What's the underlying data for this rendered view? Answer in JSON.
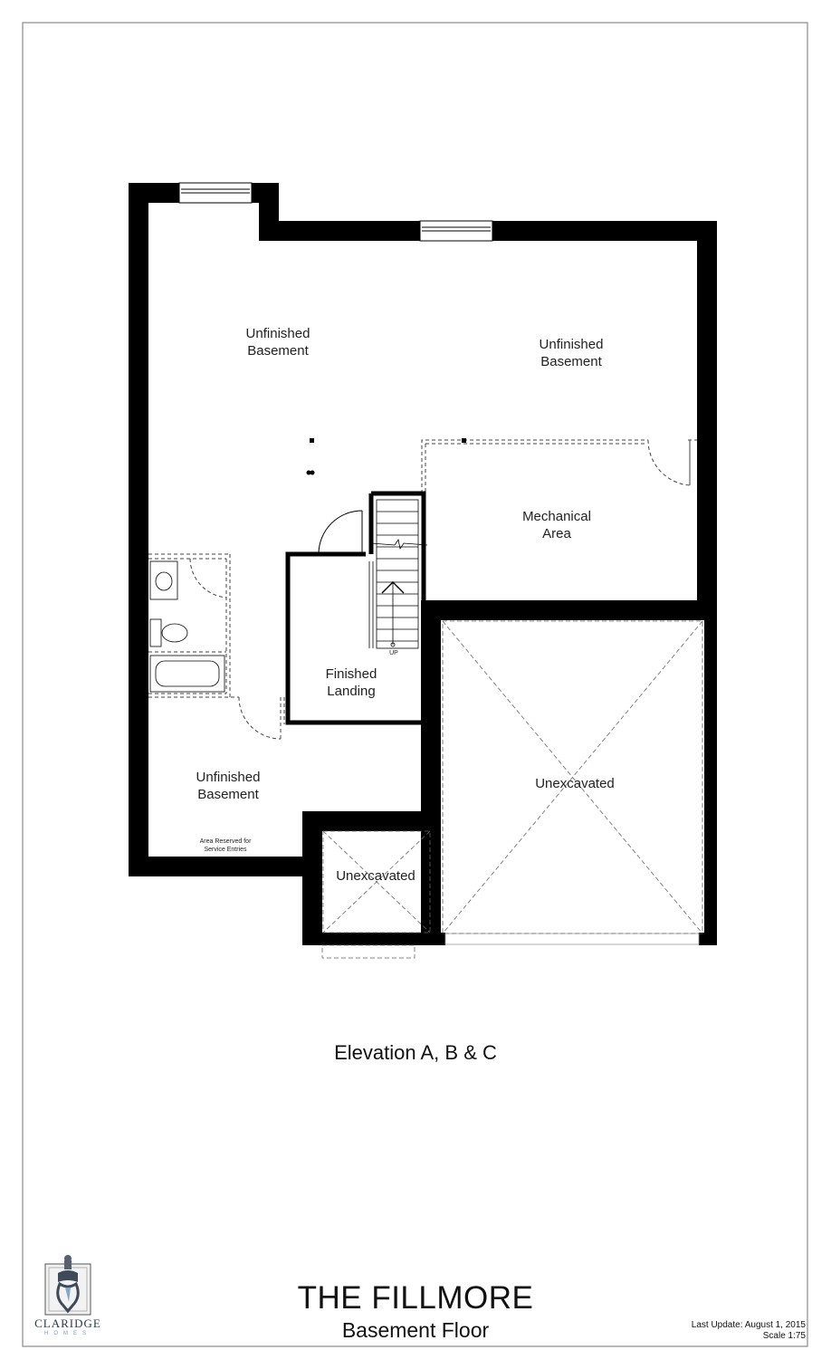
{
  "rooms": {
    "basement_nw": {
      "line1": "Unfinished",
      "line2": "Basement"
    },
    "basement_ne": {
      "line1": "Unfinished",
      "line2": "Basement"
    },
    "mechanical": {
      "line1": "Mechanical",
      "line2": "Area"
    },
    "landing": {
      "line1": "Finished",
      "line2": "Landing"
    },
    "basement_sw": {
      "line1": "Unfinished",
      "line2": "Basement"
    },
    "service_note": {
      "line1": "Area Reserved for",
      "line2": "Service Entries"
    },
    "unexcavated_large": "Unexcavated",
    "unexcavated_small": "Unexcavated",
    "stair_up": "UP"
  },
  "elevation": "Elevation A, B & C",
  "title": "THE FILLMORE",
  "subtitle": "Basement Floor",
  "last_update": "Last Update: August 1, 2015",
  "scale": "Scale 1:75",
  "logo": {
    "word": "CLARIDGE",
    "sub": "HOMES"
  },
  "colors": {
    "wall": "#000000",
    "border": "#8a8a8a",
    "logo_blue": "#6aa0c4"
  }
}
